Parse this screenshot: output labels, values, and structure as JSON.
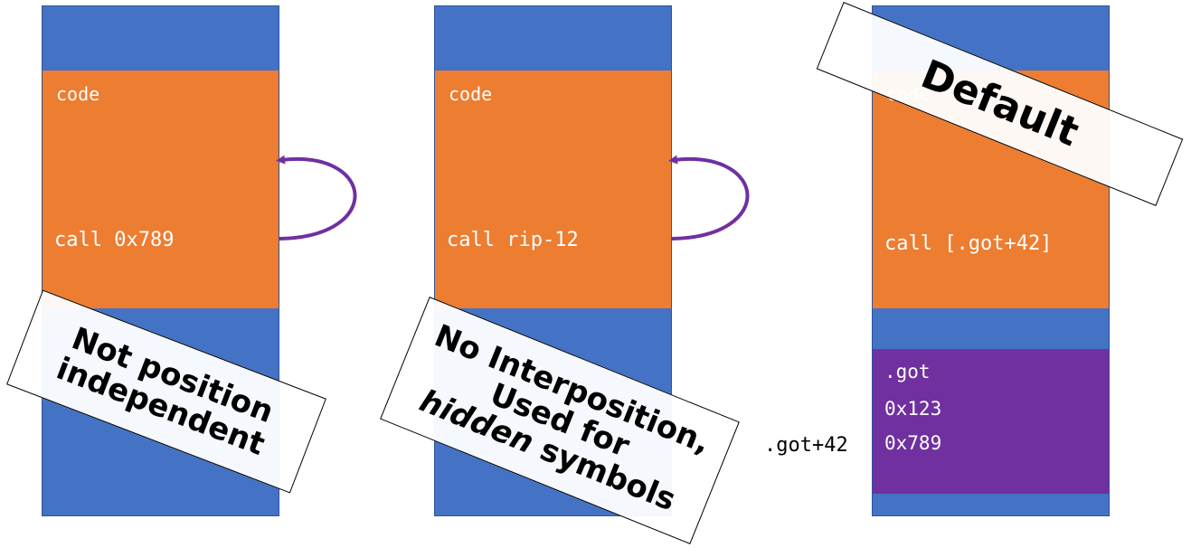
{
  "colors": {
    "memory_region": "#4472C4",
    "code_section": "#ED7D31",
    "got_section": "#7030A0",
    "arrow": "#7030A0"
  },
  "columns": [
    {
      "section_label": "code",
      "instruction": "call 0x789",
      "annotation_lines": [
        "Not position",
        "independent"
      ]
    },
    {
      "section_label": "code",
      "instruction": "call rip-12",
      "annotation_lines": [
        "No Interposition,",
        "Used for",
        "hidden symbols"
      ],
      "annotation_italic_word": "hidden"
    },
    {
      "section_label": "code",
      "instruction": "call [.got+42]",
      "annotation_lines": [
        "Default"
      ],
      "got": {
        "label": ".got",
        "entries": [
          "0x123",
          "0x789"
        ],
        "pointer_label": ".got+42"
      }
    }
  ]
}
